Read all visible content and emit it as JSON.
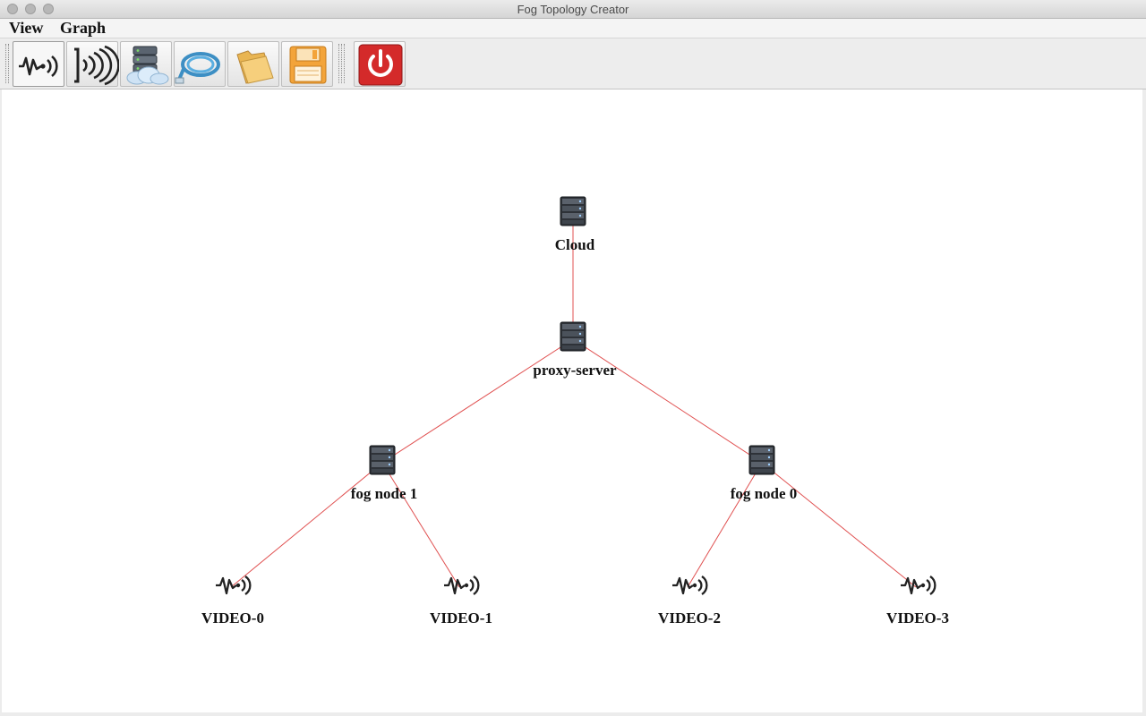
{
  "window": {
    "title": "Fog Topology Creator"
  },
  "menu": {
    "items": [
      {
        "label": "View"
      },
      {
        "label": "Graph"
      }
    ]
  },
  "toolbar": {
    "buttons": [
      {
        "name": "sensor-tool",
        "icon": "sensor-wave-icon"
      },
      {
        "name": "actuator-tool",
        "icon": "signal-waves-icon"
      },
      {
        "name": "fog-device-tool",
        "icon": "server-cloud-icon"
      },
      {
        "name": "link-tool",
        "icon": "cable-icon"
      },
      {
        "name": "open-tool",
        "icon": "folder-icon"
      },
      {
        "name": "save-tool",
        "icon": "floppy-disk-icon"
      },
      {
        "name": "exit-tool",
        "icon": "power-icon"
      }
    ]
  },
  "colors": {
    "link": "#e05050",
    "power": "#d42a2a",
    "folder": "#f0c060",
    "floppy": "#f2a030"
  },
  "graph": {
    "nodes": [
      {
        "id": "cloud",
        "label": "Cloud",
        "kind": "server"
      },
      {
        "id": "proxy",
        "label": "proxy-server",
        "kind": "server"
      },
      {
        "id": "fog1",
        "label": "fog node 1",
        "kind": "server"
      },
      {
        "id": "fog0",
        "label": "fog node 0",
        "kind": "server"
      },
      {
        "id": "v0",
        "label": "VIDEO-0",
        "kind": "sensor"
      },
      {
        "id": "v1",
        "label": "VIDEO-1",
        "kind": "sensor"
      },
      {
        "id": "v2",
        "label": "VIDEO-2",
        "kind": "sensor"
      },
      {
        "id": "v3",
        "label": "VIDEO-3",
        "kind": "sensor"
      }
    ],
    "links": [
      [
        "cloud",
        "proxy"
      ],
      [
        "proxy",
        "fog1"
      ],
      [
        "proxy",
        "fog0"
      ],
      [
        "fog1",
        "v0"
      ],
      [
        "fog1",
        "v1"
      ],
      [
        "fog0",
        "v2"
      ],
      [
        "fog0",
        "v3"
      ]
    ]
  }
}
